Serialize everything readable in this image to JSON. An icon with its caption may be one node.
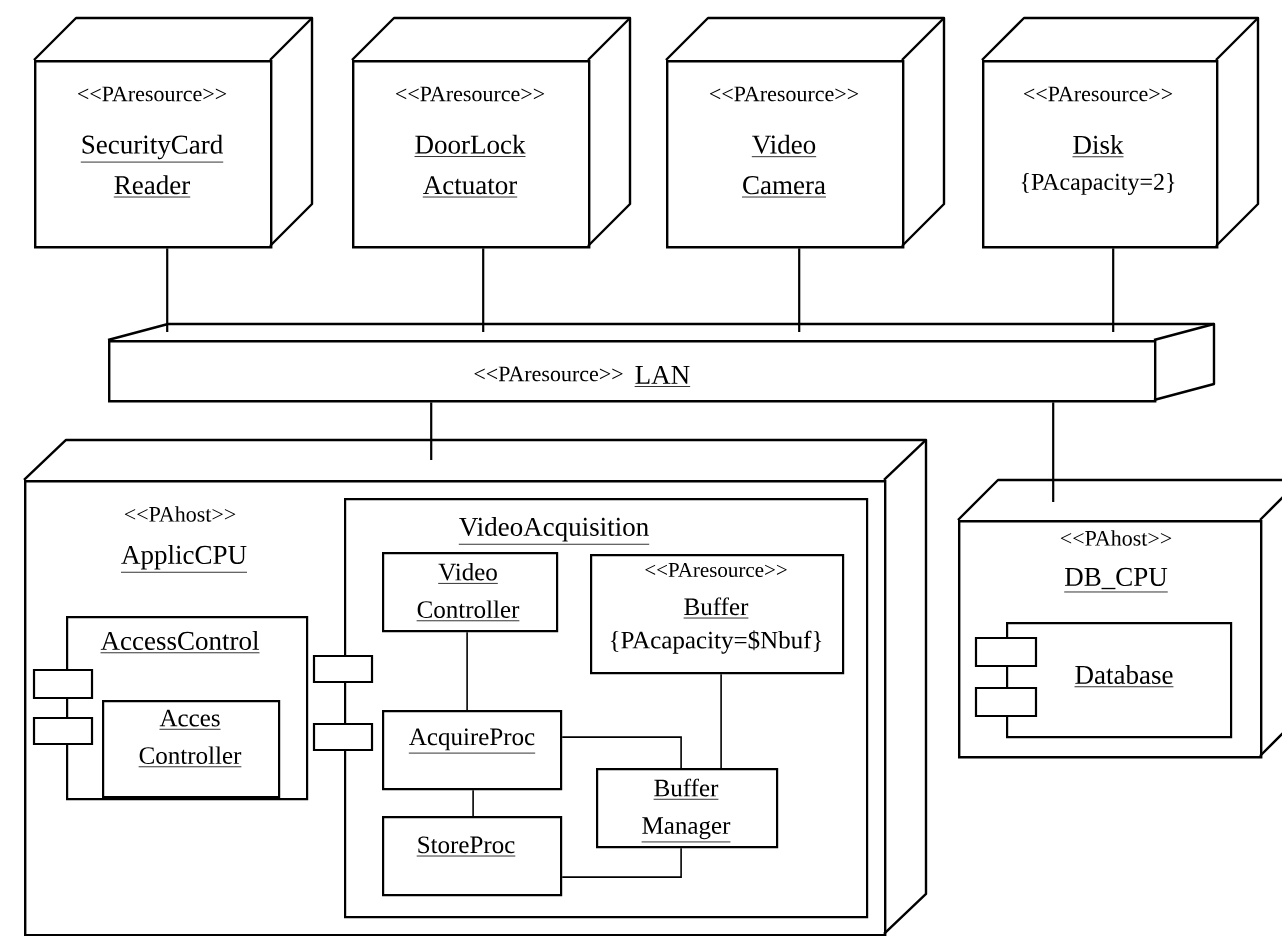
{
  "diagram": {
    "nodes": [
      {
        "text": [
          "<<PAresource>>",
          "SecurityCard Reader"
        ]
      },
      {
        "text": [
          "<<PAresource>>",
          "DoorLock Actuator"
        ]
      },
      {
        "text": [
          "<<PAresource>>",
          "Video Camera"
        ]
      },
      {
        "text": [
          "<<PAresource>>",
          "Disk",
          "{PAcapacity=2}"
        ]
      },
      {
        "text": [
          "<<PAresource>>",
          "LAN"
        ]
      },
      {
        "text": [
          "<<PAhost>>",
          "ApplicCPU"
        ]
      },
      {
        "text": [
          "VideoAcquisition"
        ],
        "in": 5
      },
      {
        "text": [
          "AccessControl"
        ],
        "in": 5
      },
      {
        "text": [
          "Acces Controller"
        ],
        "in": 7
      },
      {
        "text": [
          "Video Controller"
        ],
        "in": 6
      },
      {
        "text": [
          "<<PAresource>>",
          "Buffer",
          "{PAcapacity=$Nbuf}"
        ],
        "in": 6
      },
      {
        "text": [
          "AcquireProc"
        ],
        "in": 6
      },
      {
        "text": [
          "StoreProc"
        ],
        "in": 6
      },
      {
        "text": [
          "Buffer Manager"
        ],
        "in": 6
      },
      {
        "text": [
          "<<PAhost>>",
          "DB_CPU"
        ]
      },
      {
        "text": [
          "Database"
        ],
        "in": 14
      }
    ],
    "edges": [
      {
        "from": 0,
        "to": 4,
        "arrow": "none"
      },
      {
        "from": 1,
        "to": 4,
        "arrow": "none"
      },
      {
        "from": 2,
        "to": 4,
        "arrow": "none"
      },
      {
        "from": 3,
        "to": 4,
        "arrow": "none"
      },
      {
        "from": 4,
        "to": 5,
        "arrow": "none"
      },
      {
        "from": 4,
        "to": 14,
        "arrow": "none"
      },
      {
        "from": 9,
        "to": 11,
        "arrow": "none"
      },
      {
        "from": 11,
        "to": 12,
        "arrow": "none"
      },
      {
        "from": 11,
        "to": 13,
        "arrow": "none"
      },
      {
        "from": 10,
        "to": 13,
        "arrow": "none"
      },
      {
        "from": 12,
        "to": 13,
        "arrow": "none"
      }
    ]
  }
}
